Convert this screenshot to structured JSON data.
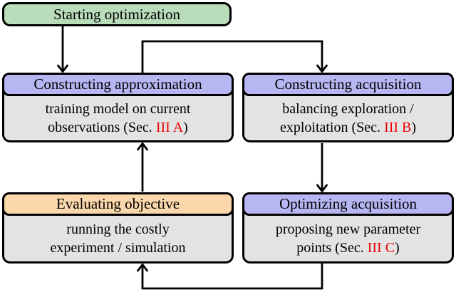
{
  "figure": {
    "type": "flowchart",
    "background": "#ffffff"
  },
  "colors": {
    "border": "#000000",
    "body_fill": "#e3e3e3",
    "section_ref": "#ee0000"
  },
  "start_box": {
    "label": "Starting optimization",
    "fill": "#b9dcba"
  },
  "nodes": {
    "approximation": {
      "title": "Constructing approximation",
      "header_fill": "#b6b6f2",
      "line1": "training model on current",
      "line2_pre": "observations (Sec. ",
      "line2_ref": "III A",
      "line2_post": ")"
    },
    "acquisition": {
      "title": "Constructing acquisition",
      "header_fill": "#b6b6f2",
      "line1": "balancing exploration /",
      "line2_pre": "exploitation (Sec. ",
      "line2_ref": "III B",
      "line2_post": ")"
    },
    "objective": {
      "title": "Evaluating objective",
      "header_fill": "#fbd8ab",
      "line1": "running the costly",
      "line2_pre": "experiment / simulation",
      "line2_ref": "",
      "line2_post": ""
    },
    "optimizing": {
      "title": "Optimizing acquisition",
      "header_fill": "#b6b6f2",
      "line1": "proposing new parameter",
      "line2_pre": "points (Sec. ",
      "line2_ref": "III C",
      "line2_post": ")"
    }
  },
  "edges": [
    {
      "from": "start",
      "to": "approximation"
    },
    {
      "from": "approximation",
      "to": "acquisition"
    },
    {
      "from": "acquisition",
      "to": "optimizing"
    },
    {
      "from": "optimizing",
      "to": "objective"
    },
    {
      "from": "objective",
      "to": "approximation"
    }
  ]
}
